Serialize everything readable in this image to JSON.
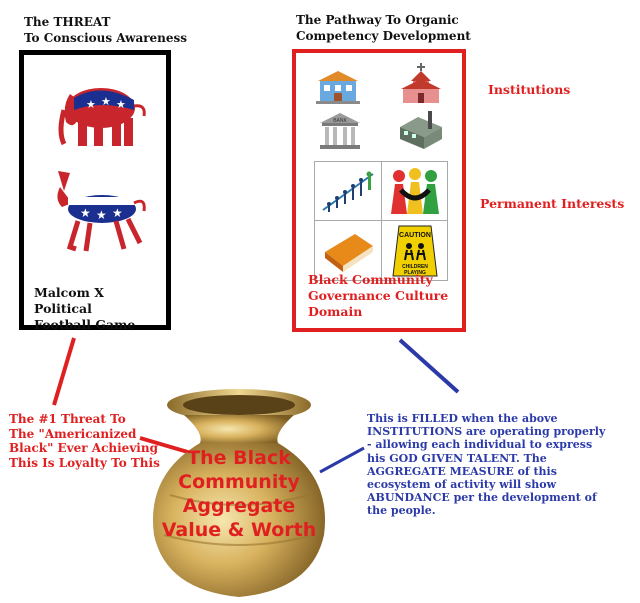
{
  "left_title": [
    "The THREAT",
    "To Conscious Awareness"
  ],
  "right_title": [
    "The Pathway To Organic",
    "Competency Development"
  ],
  "left_box_caption": [
    "Malcom X Political",
    "Football Game"
  ],
  "right_box_caption": [
    "Black Community",
    "Governance Culture",
    "Domain"
  ],
  "label_institutions": "Institutions",
  "label_permanent": "Permanent Interests",
  "caution_sign": [
    "CAUTION",
    "CHILDREN",
    "PLAYING"
  ],
  "bank_sign": "BANK",
  "threat_text": [
    "The #1 Threat To",
    "The \"Americanized",
    "Black\" Ever Achieving",
    "This Is Loyalty To This"
  ],
  "pot_text": [
    "The Black",
    "Community",
    "Aggregate",
    "Value & Worth"
  ],
  "filled_text": [
    "This is FILLED when the above",
    "INSTITUTIONS are operating properly",
    "- allowing each individual to express",
    "his GOD GIVEN TALENT.  The",
    "AGGREGATE MEASURE of this",
    "ecosystem of activity will show",
    "ABUNDANCE per the development of",
    "the people."
  ],
  "colors": {
    "red": "#e02020",
    "blue": "#2b3aa8",
    "gold": "#c9a44a"
  }
}
